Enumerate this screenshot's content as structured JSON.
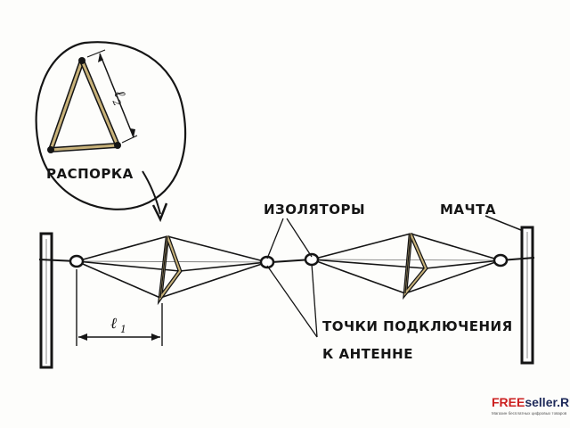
{
  "labels": {
    "spreader": "РАСПОРКА",
    "insulators": "ИЗОЛЯТОРЫ",
    "mast": "МАЧТА",
    "connection_line1": "ТОЧКИ ПОДКЛЮЧЕНИЯ",
    "connection_line2": "К АНТЕННЕ"
  },
  "dimensions": {
    "l1_letter": "ℓ",
    "l1_sub": "1",
    "l2_letter": "ℓ",
    "l2_sub": "2"
  },
  "watermark": {
    "brand_red": "FREE",
    "brand_dark": "seller.RU",
    "tagline": "Магазин бесплатных цифровых товаров"
  },
  "colors": {
    "ink": "#151515",
    "wood": "#c8b27a",
    "brand_red": "#cc1f1f",
    "brand_dark": "#1e2a5a"
  }
}
